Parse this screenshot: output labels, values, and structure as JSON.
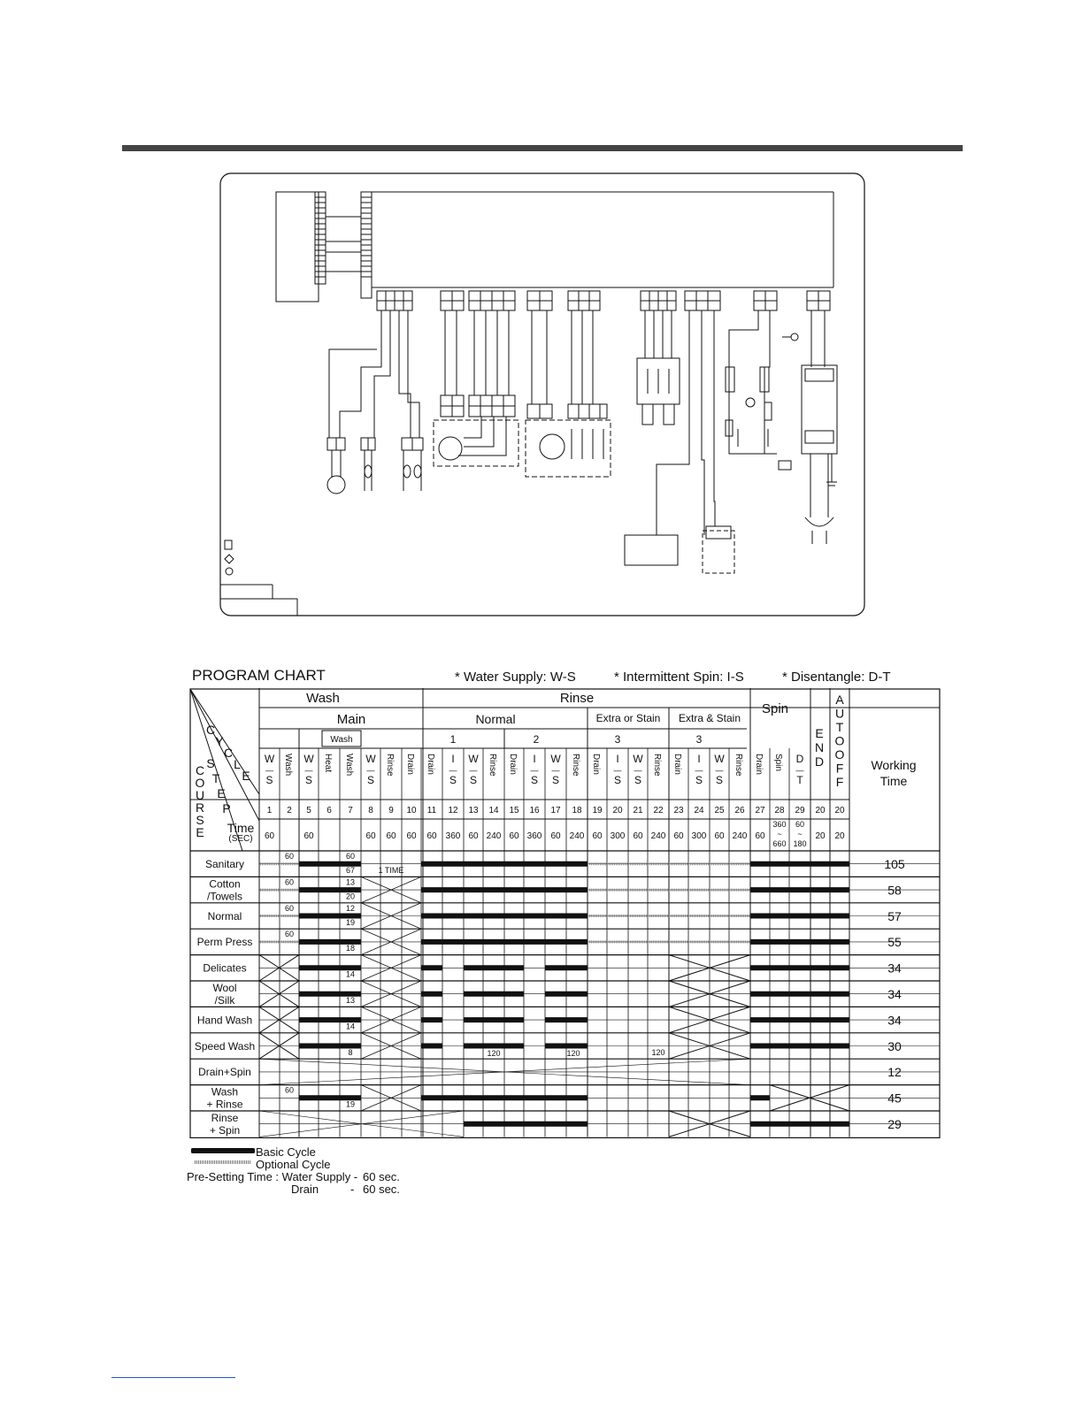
{
  "header": {
    "title": "PROGRAM CHART",
    "note_ws": "* Water Supply: W-S",
    "note_is": "* Intermittent Spin: I-S",
    "note_dt": "* Disentangle: D-T"
  },
  "chart": {
    "groups": [
      "Wash",
      "Rinse",
      "Spin",
      "END",
      "AUTO OFF",
      "Working Time"
    ],
    "subgroups": [
      "Main",
      "Normal",
      "Extra or Stain",
      "Extra & Stain"
    ],
    "wash_label": "Wash",
    "rinse_numbers": [
      "1",
      "2",
      "3",
      "3"
    ],
    "corner_labels": {
      "cycle": "CYCLE",
      "step": "STEP",
      "course": "COURSE",
      "time": "Time",
      "sec": "(SEC)"
    },
    "step_labels": [
      "W-S",
      "Wash",
      "W-S",
      "Heat",
      "Wash",
      "W-S",
      "Rinse",
      "Drain",
      "Drain",
      "I-S",
      "W-S",
      "Rinse",
      "Drain",
      "I-S",
      "W-S",
      "Rinse",
      "Drain",
      "I-S",
      "W-S",
      "Rinse",
      "Drain",
      "I-S",
      "W-S",
      "Rinse",
      "Drain",
      "Spin",
      "D-T"
    ],
    "step_numbers": [
      "1",
      "2",
      "5",
      "6",
      "7",
      "8",
      "9",
      "10",
      "11",
      "12",
      "13",
      "14",
      "15",
      "16",
      "17",
      "18",
      "19",
      "20",
      "21",
      "22",
      "23",
      "24",
      "25",
      "26",
      "27",
      "28",
      "29",
      "20",
      "20"
    ],
    "time_values": [
      "60",
      "",
      "60",
      "",
      "",
      "60",
      "60",
      "60",
      "60",
      "360",
      "60",
      "240",
      "60",
      "360",
      "60",
      "240",
      "60",
      "300",
      "60",
      "240",
      "60",
      "300",
      "60",
      "240",
      "60",
      "360 ~ 660",
      "60 ~ 180",
      "20",
      "20"
    ],
    "courses": [
      {
        "name": "Sanitary",
        "time": "105",
        "wash_note": "60",
        "wash_time": "60",
        "wash_time2": "67",
        "extra": "1 TIME"
      },
      {
        "name": "Cotton /Towels",
        "time": "58",
        "wash_note": "60",
        "wash_time": "13",
        "wash_time2": "20"
      },
      {
        "name": "Normal",
        "time": "57",
        "wash_note": "60",
        "wash_time": "12",
        "wash_time2": "19"
      },
      {
        "name": "Perm Press",
        "time": "55",
        "wash_note": "60",
        "wash_time2": "18"
      },
      {
        "name": "Delicates",
        "time": "34",
        "wash_time2": "14"
      },
      {
        "name": "Wool /Silk",
        "time": "34",
        "wash_time2": "13"
      },
      {
        "name": "Hand Wash",
        "time": "34",
        "wash_time2": "14"
      },
      {
        "name": "Speed Wash",
        "time": "30",
        "wash_time2": "8",
        "rinse_times": [
          "120",
          "120",
          "120"
        ]
      },
      {
        "name": "Drain+Spin",
        "time": "12"
      },
      {
        "name": "Wash + Rinse",
        "time": "45",
        "wash_note": "60",
        "wash_time2": "19"
      },
      {
        "name": "Rinse + Spin",
        "time": "29"
      }
    ]
  },
  "legend": {
    "basic": "Basic Cycle",
    "optional": "Optional Cycle",
    "presetting_label": "Pre-Setting Time : Water Supply -",
    "presetting_water": "60 sec.",
    "drain_label": "Drain",
    "drain_dash": "-",
    "drain_value": "60 sec."
  }
}
